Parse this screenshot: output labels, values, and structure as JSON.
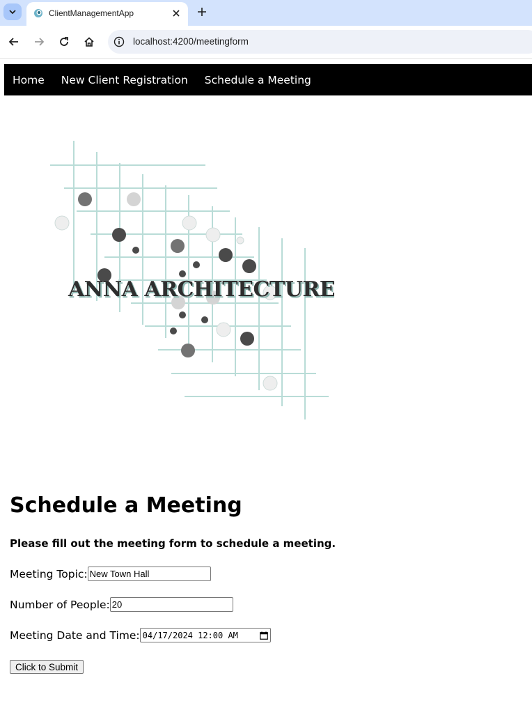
{
  "browser": {
    "tab_title": "ClientManagementApp",
    "url": "localhost:4200/meetingform"
  },
  "nav": {
    "items": [
      {
        "label": "Home"
      },
      {
        "label": "New Client Registration"
      },
      {
        "label": "Schedule a Meeting"
      }
    ]
  },
  "logo": {
    "text": "ANNA ARCHITECTURE"
  },
  "page": {
    "title": "Schedule a Meeting",
    "instructions": "Please fill out the meeting form to schedule a meeting."
  },
  "form": {
    "topic_label": "Meeting Topic:",
    "topic_value": "New Town Hall",
    "people_label": "Number of People:",
    "people_value": "20",
    "datetime_label": "Meeting Date and Time:",
    "datetime_value": "04/17/2024 12:00 AM",
    "submit_label": "Click to Submit"
  }
}
